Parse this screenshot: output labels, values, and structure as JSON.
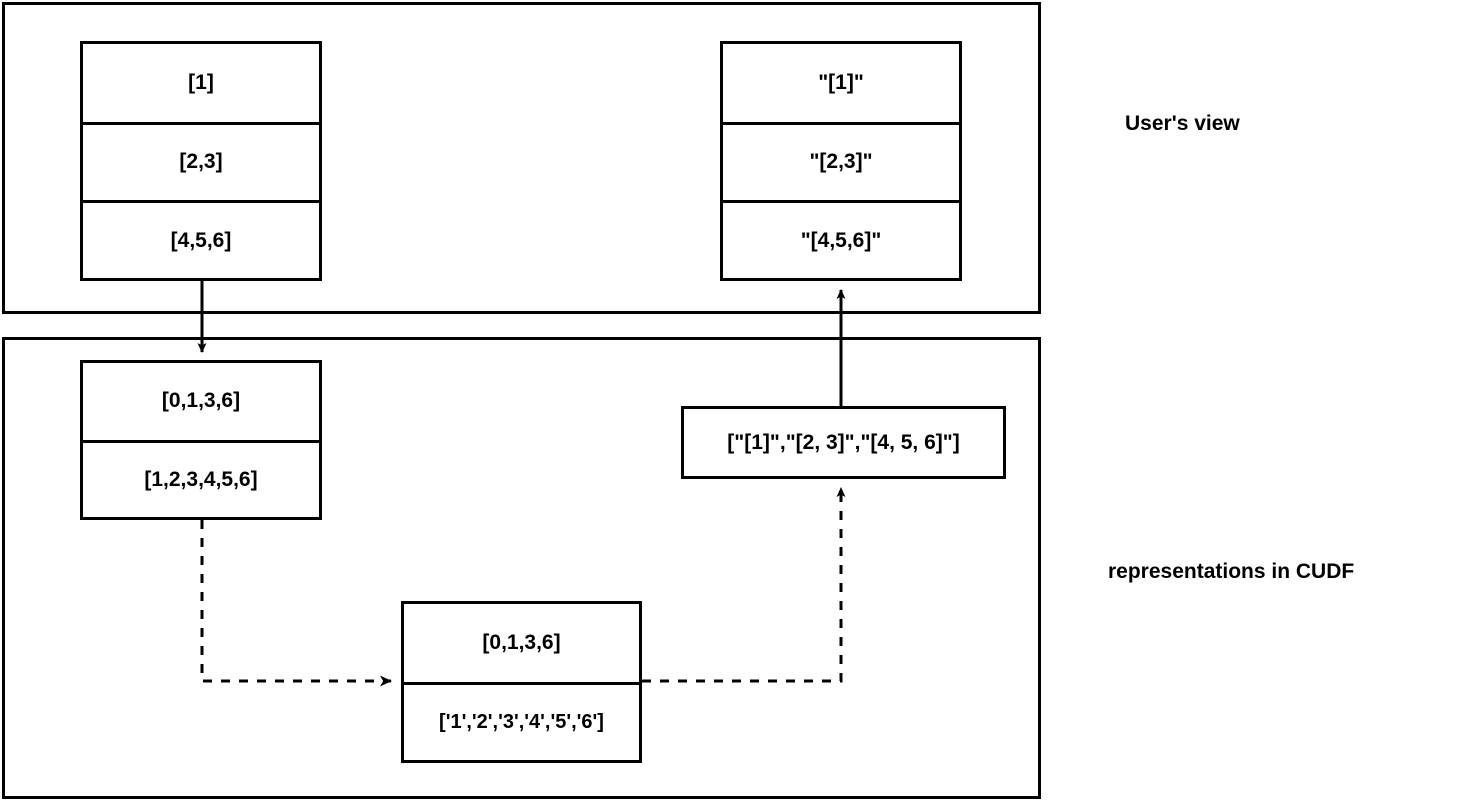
{
  "diagram": {
    "title_labels": {
      "top_panel": "User's view",
      "bottom_panel": "representations in CUDF"
    },
    "panels": [
      {
        "name": "users-view-panel",
        "label": "User's view"
      },
      {
        "name": "cudf-representations-panel",
        "label": "representations in CUDF"
      }
    ],
    "boxes": {
      "user_list_column": {
        "name": "user-list-column",
        "rows": [
          "[1]",
          "[2,3]",
          "[4,5,6]"
        ]
      },
      "user_string_column": {
        "name": "user-string-column",
        "rows": [
          "\"[1]\"",
          "\"[2,3]\"",
          "\"[4,5,6]\""
        ]
      },
      "cudf_list_offsets": {
        "name": "cudf-list-offsets-box",
        "rows": [
          "[0,1,3,6]",
          "[1,2,3,4,5,6]"
        ]
      },
      "cudf_string_offsets": {
        "name": "cudf-string-offsets-box",
        "rows": [
          "[0,1,3,6]",
          "['1','2','3','4','5','6']"
        ]
      },
      "cudf_string_list": {
        "name": "cudf-string-list-box",
        "rows": [
          "[\"[1]\",\"[2, 3]\",\"[4, 5, 6]\"]"
        ]
      }
    },
    "edges": [
      {
        "name": "edge-user-list-to-cudf-list",
        "style": "solid",
        "arrow": "filled"
      },
      {
        "name": "edge-cudf-list-to-string-offsets",
        "style": "dashed",
        "arrow": "open"
      },
      {
        "name": "edge-string-offsets-to-string-list",
        "style": "dashed",
        "arrow": "filled"
      },
      {
        "name": "edge-string-list-to-user-strings",
        "style": "solid",
        "arrow": "filled"
      }
    ],
    "colors": {
      "stroke": "#000000",
      "background": "#ffffff",
      "text": "#000000"
    }
  }
}
